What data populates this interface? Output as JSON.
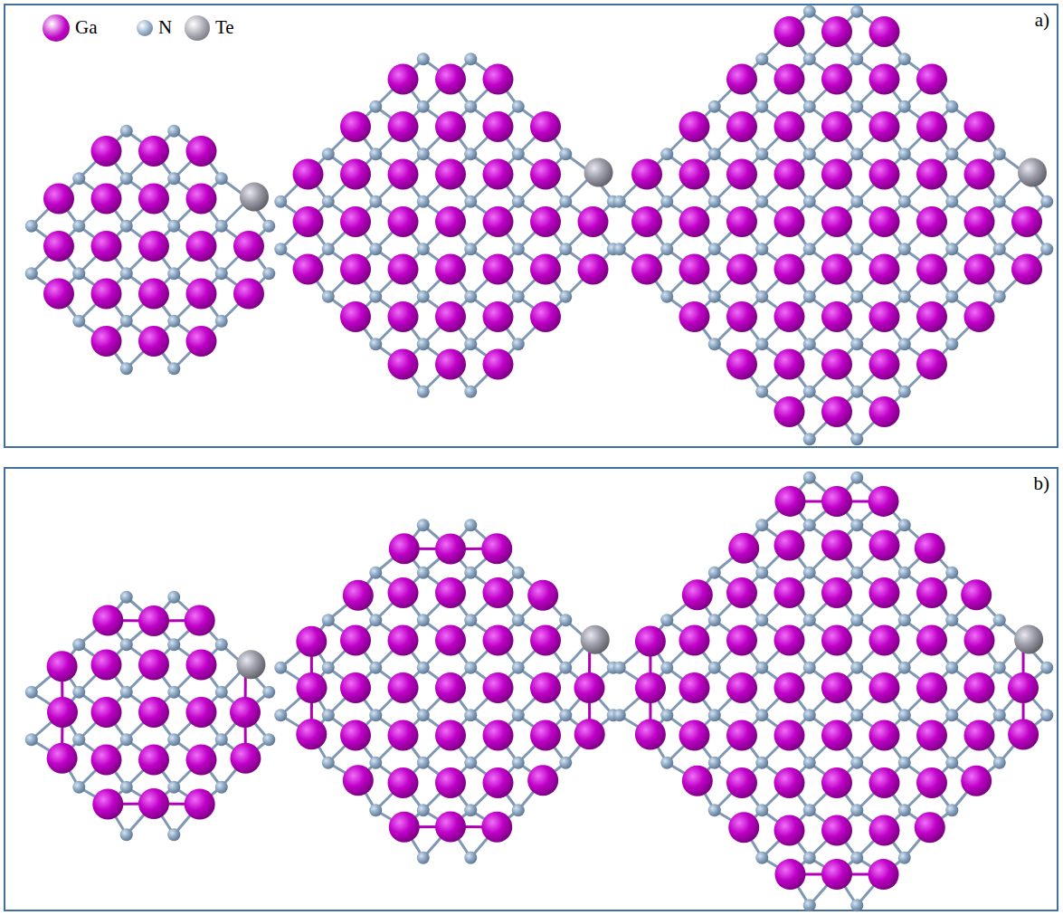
{
  "diagram": {
    "labels": [
      "a)",
      "b)"
    ],
    "legend": [
      {
        "text": "Ga",
        "color": "#c000c8"
      },
      {
        "text": "N",
        "color": "#8ea8c3"
      },
      {
        "text": "Te",
        "color": "#9c9ca8"
      }
    ]
  }
}
